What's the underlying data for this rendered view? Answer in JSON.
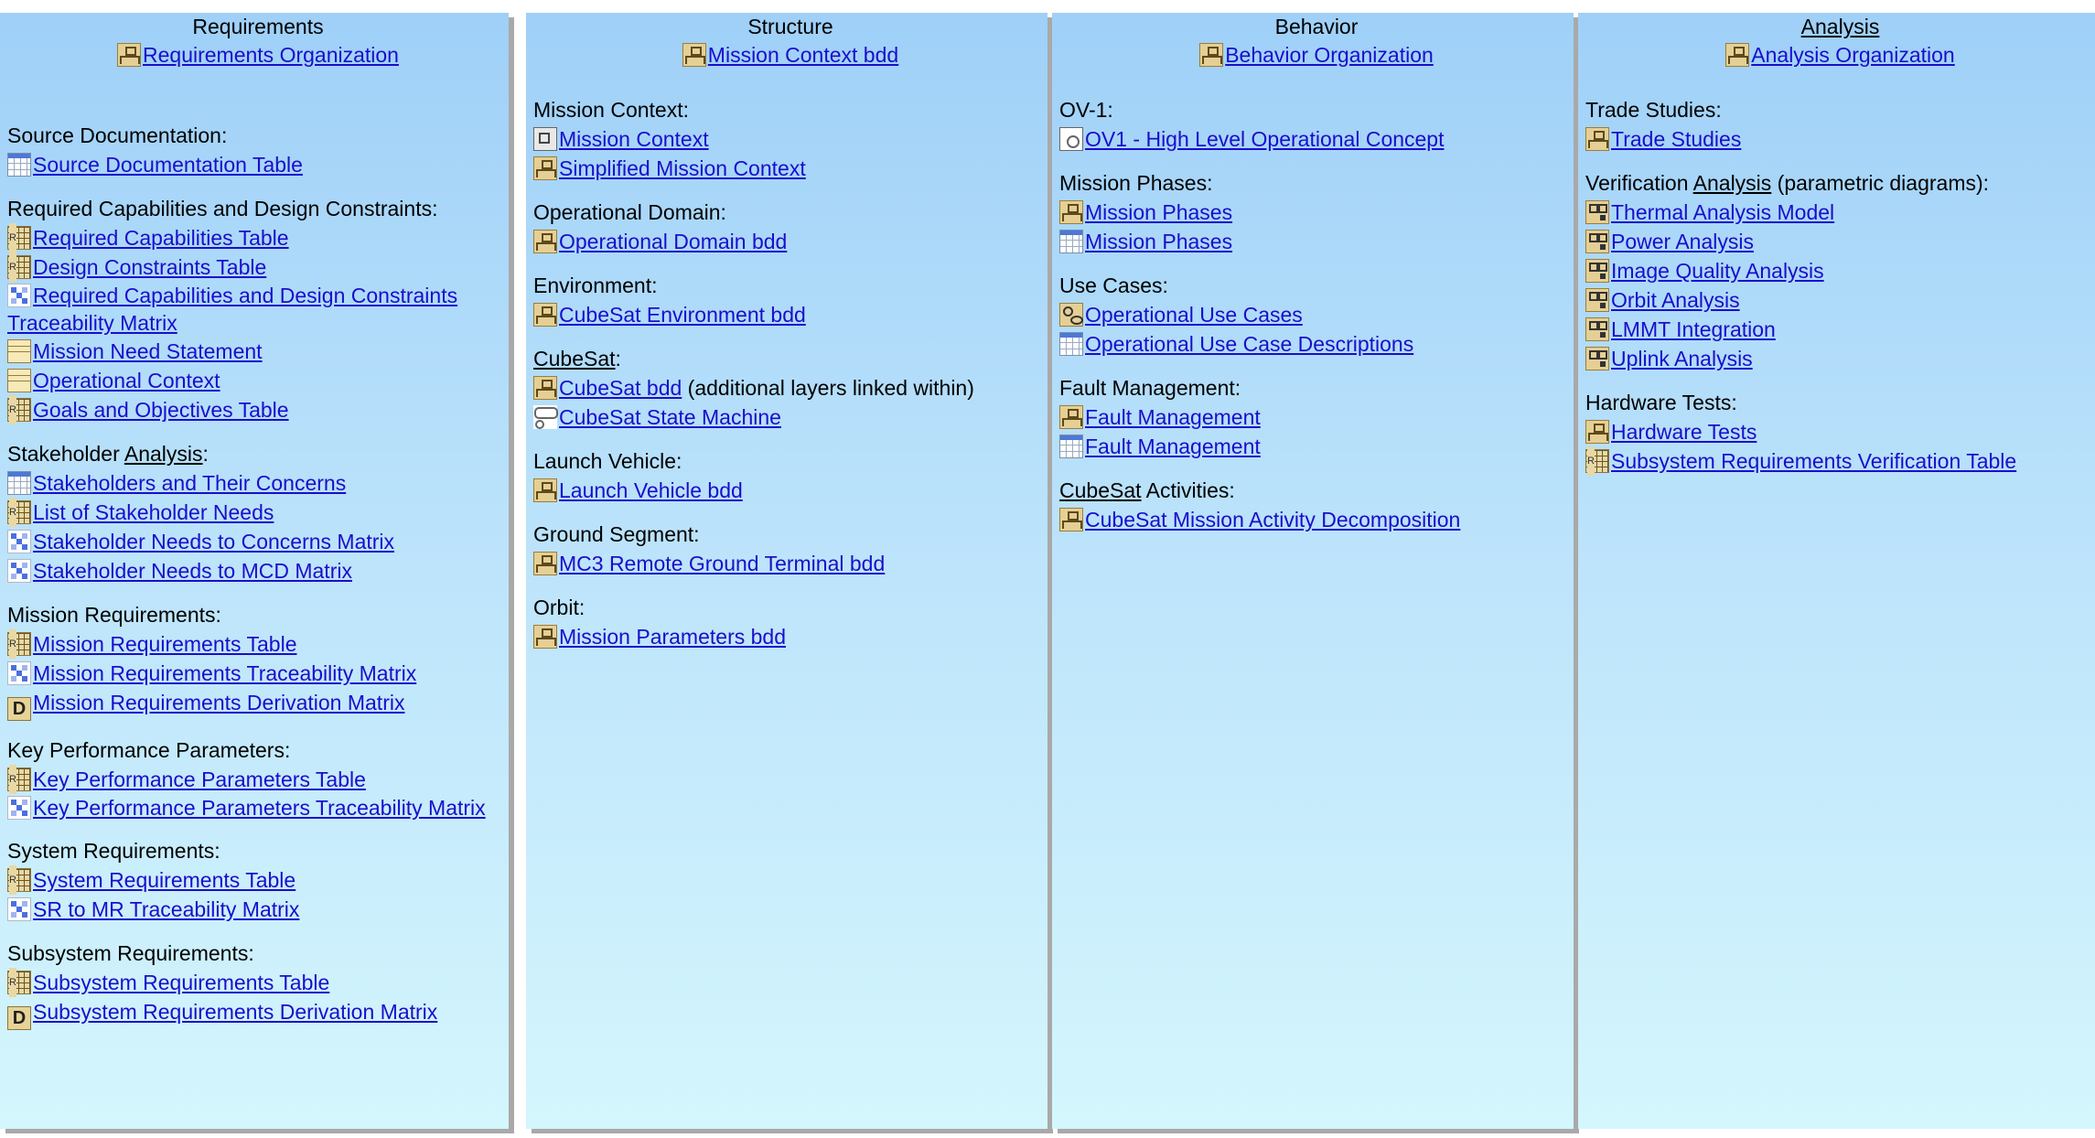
{
  "columns": {
    "requirements": {
      "title": "Requirements",
      "top_link": "Requirements Organization",
      "sections": [
        {
          "label": "Source Documentation:",
          "items": [
            {
              "text": "Source Documentation Table",
              "icon": "table-icon"
            }
          ]
        },
        {
          "label": "Required Capabilities and Design Constraints:",
          "items": [
            {
              "text": "Required Capabilities Table",
              "icon": "requirement-table-icon"
            },
            {
              "text": "Design Constraints Table",
              "icon": "requirement-table-icon"
            },
            {
              "text": "Required Capabilities and Design Constraints Traceability Matrix",
              "icon": "matrix-icon"
            },
            {
              "text": "Mission Need Statement",
              "icon": "text-icon"
            },
            {
              "text": "Operational Context",
              "icon": "text-icon"
            },
            {
              "text": "Goals and Objectives Table",
              "icon": "requirement-table-icon"
            }
          ]
        },
        {
          "label_pre": "Stakeholder ",
          "label_ul": "Analysis",
          "label_post": ":",
          "items": [
            {
              "text": "Stakeholders and Their Concerns",
              "icon": "table-icon"
            },
            {
              "text": "List of Stakeholder Needs",
              "icon": "requirement-table-icon"
            },
            {
              "text": "Stakeholder Needs to Concerns Matrix",
              "icon": "matrix-icon"
            },
            {
              "text": "Stakeholder Needs to MCD Matrix",
              "icon": "matrix-icon"
            }
          ]
        },
        {
          "label": "Mission Requirements:",
          "items": [
            {
              "text": "Mission Requirements Table",
              "icon": "requirement-table-icon"
            },
            {
              "text": "Mission Requirements Traceability Matrix",
              "icon": "matrix-icon"
            },
            {
              "text": "Mission Requirements Derivation Matrix",
              "icon": "derivation-icon"
            }
          ]
        },
        {
          "label": "Key Performance Parameters:",
          "items": [
            {
              "text": "Key Performance Parameters Table",
              "icon": "requirement-table-icon"
            },
            {
              "text": "Key Performance Parameters Traceability Matrix",
              "icon": "matrix-icon"
            }
          ]
        },
        {
          "label": "System Requirements:",
          "items": [
            {
              "text": "System Requirements Table",
              "icon": "requirement-table-icon"
            },
            {
              "text": "SR to MR Traceability Matrix",
              "icon": "matrix-icon"
            }
          ]
        },
        {
          "label": "Subsystem Requirements:",
          "items": [
            {
              "text": "Subsystem Requirements Table",
              "icon": "requirement-table-icon"
            },
            {
              "text": "Subsystem Requirements Derivation Matrix",
              "icon": "derivation-icon"
            }
          ]
        }
      ]
    },
    "structure": {
      "title": "Structure",
      "top_link": "Mission Context bdd",
      "sections": [
        {
          "label": "Mission Context:",
          "items": [
            {
              "text": "Mission Context",
              "icon": "context-diagram-icon"
            },
            {
              "text": "Simplified Mission Context",
              "icon": "bdd-icon"
            }
          ]
        },
        {
          "label": "Operational Domain:",
          "items": [
            {
              "text": "Operational Domain bdd",
              "icon": "bdd-icon"
            }
          ]
        },
        {
          "label": "Environment:",
          "items": [
            {
              "text": "CubeSat Environment bdd",
              "icon": "bdd-icon"
            }
          ]
        },
        {
          "label_ul": "CubeSat",
          "label_post": ":",
          "items": [
            {
              "text": "CubeSat bdd",
              "suffix": " (additional layers linked within)",
              "icon": "bdd-icon"
            },
            {
              "text": "CubeSat State Machine",
              "icon": "state-machine-icon"
            }
          ]
        },
        {
          "label": "Launch Vehicle:",
          "items": [
            {
              "text": "Launch Vehicle bdd",
              "icon": "bdd-icon"
            }
          ]
        },
        {
          "label": "Ground Segment:",
          "items": [
            {
              "text": "MC3 Remote Ground Terminal bdd",
              "icon": "bdd-icon"
            }
          ]
        },
        {
          "label": "Orbit:",
          "items": [
            {
              "text": "Mission Parameters bdd",
              "icon": "bdd-icon"
            }
          ]
        }
      ]
    },
    "behavior": {
      "title": "Behavior",
      "top_link": "Behavior Organization",
      "sections": [
        {
          "label": "OV-1:",
          "items": [
            {
              "text": "OV1 - High Level Operational Concept",
              "icon": "document-icon"
            }
          ]
        },
        {
          "label": "Mission Phases:",
          "items": [
            {
              "text": "Mission Phases",
              "icon": "bdd-icon"
            },
            {
              "text": "Mission Phases",
              "icon": "table-icon"
            }
          ]
        },
        {
          "label": "Use Cases:",
          "items": [
            {
              "text": "Operational Use Cases",
              "icon": "use-case-icon"
            },
            {
              "text": "Operational Use Case Descriptions",
              "icon": "table-icon"
            }
          ]
        },
        {
          "label": "Fault Management:",
          "items": [
            {
              "text": "Fault Management",
              "icon": "bdd-icon"
            },
            {
              "text": "Fault Management",
              "icon": "table-icon"
            }
          ]
        },
        {
          "label_ul": "CubeSat",
          "label_post": " Activities:",
          "items": [
            {
              "text": "CubeSat Mission Activity Decomposition",
              "icon": "bdd-icon"
            }
          ]
        }
      ]
    },
    "analysis": {
      "title": "Analysis",
      "top_link": "Analysis Organization",
      "sections": [
        {
          "label": "Trade Studies:",
          "items": [
            {
              "text": "Trade Studies",
              "icon": "bdd-icon"
            }
          ]
        },
        {
          "label_pre": "Verification ",
          "label_ul": "Analysis",
          "label_post": " (parametric diagrams):",
          "items": [
            {
              "text": "Thermal Analysis Model",
              "icon": "parametric-icon"
            },
            {
              "text": "Power Analysis",
              "icon": "parametric-icon"
            },
            {
              "text": "Image Quality Analysis",
              "icon": "parametric-icon"
            },
            {
              "text": "Orbit Analysis",
              "icon": "parametric-icon"
            },
            {
              "text": "LMMT Integration",
              "icon": "parametric-icon"
            },
            {
              "text": "Uplink Analysis",
              "icon": "parametric-icon"
            }
          ]
        },
        {
          "label": "Hardware Tests:",
          "items": [
            {
              "text": "Hardware Tests",
              "icon": "bdd-icon"
            },
            {
              "text": "Subsystem Requirements Verification Table",
              "icon": "requirement-table-icon"
            }
          ]
        }
      ]
    }
  },
  "colors": {
    "link": "#1a0dcc",
    "panel_top": "#9fd0f8",
    "panel_bottom": "#d4f6fd"
  }
}
